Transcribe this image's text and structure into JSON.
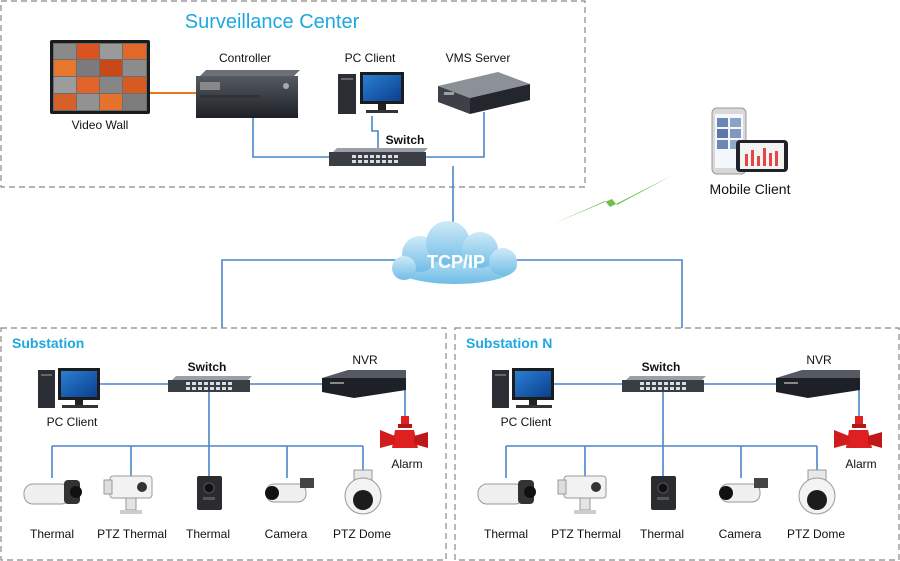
{
  "surveillance_center": {
    "title": "Surveillance Center",
    "video_wall": "Video Wall",
    "controller": "Controller",
    "pc_client": "PC Client",
    "vms_server": "VMS Server",
    "switch": "Switch"
  },
  "network": {
    "cloud": "TCP/IP"
  },
  "mobile": {
    "label": "Mobile Client"
  },
  "substations": [
    {
      "title": "Substation",
      "switch": "Switch",
      "nvr": "NVR",
      "pc_client": "PC Client",
      "alarm": "Alarm",
      "devices": [
        "Thermal",
        "PTZ Thermal",
        "Thermal",
        "Camera",
        "PTZ Dome"
      ]
    },
    {
      "title": "Substation N",
      "switch": "Switch",
      "nvr": "NVR",
      "pc_client": "PC Client",
      "alarm": "Alarm",
      "devices": [
        "Thermal",
        "PTZ Thermal",
        "Thermal",
        "Camera",
        "PTZ Dome"
      ]
    }
  ],
  "colors": {
    "accent": "#1ea7e1",
    "wire": "#4a86c8",
    "lightning": "#6cc24a",
    "alarm": "#e02020"
  }
}
